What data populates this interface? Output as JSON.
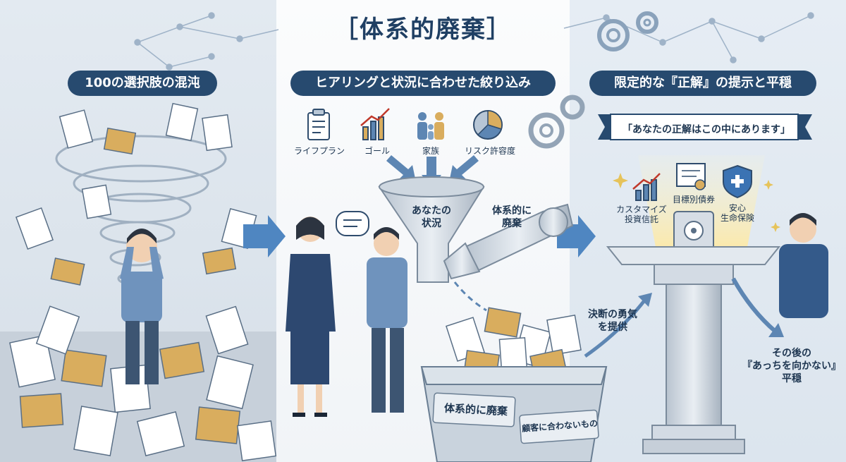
{
  "title": "［体系的廃棄］",
  "sections": {
    "left": {
      "heading": "100の選択肢の混沌"
    },
    "middle": {
      "heading": "ヒアリングと状況に合わせた絞り込み",
      "icons": [
        {
          "label": "ライフプラン",
          "icon": "clipboard-icon"
        },
        {
          "label": "ゴール",
          "icon": "chart-up-icon"
        },
        {
          "label": "家族",
          "icon": "family-icon"
        },
        {
          "label": "リスク許容度",
          "icon": "pie-chart-icon"
        }
      ],
      "funnel_label": "あなたの\n状況",
      "arm_label": "体系的に\n廃棄",
      "bin_front": "体系的に廃棄",
      "bin_side": "顧客に合わないもの"
    },
    "right": {
      "heading": "限定的な『正解』の提示と平穏",
      "banner": "「あなたの正解はこの中にあります」",
      "products": [
        {
          "label": "カスタマイズ\n投資信託",
          "icon": "growth-chart-icon"
        },
        {
          "label": "目標別債券",
          "icon": "certificate-icon"
        },
        {
          "label": "安心\n生命保険",
          "icon": "shield-icon"
        }
      ],
      "courage": "決断の勇気\nを提供",
      "peace": "その後の\n『あっちを向かない』\n平穏"
    }
  },
  "colors": {
    "navy": "#274a6f",
    "accent": "#3b73b3",
    "gold": "#d8ad5c",
    "paper": "#ffffff"
  }
}
